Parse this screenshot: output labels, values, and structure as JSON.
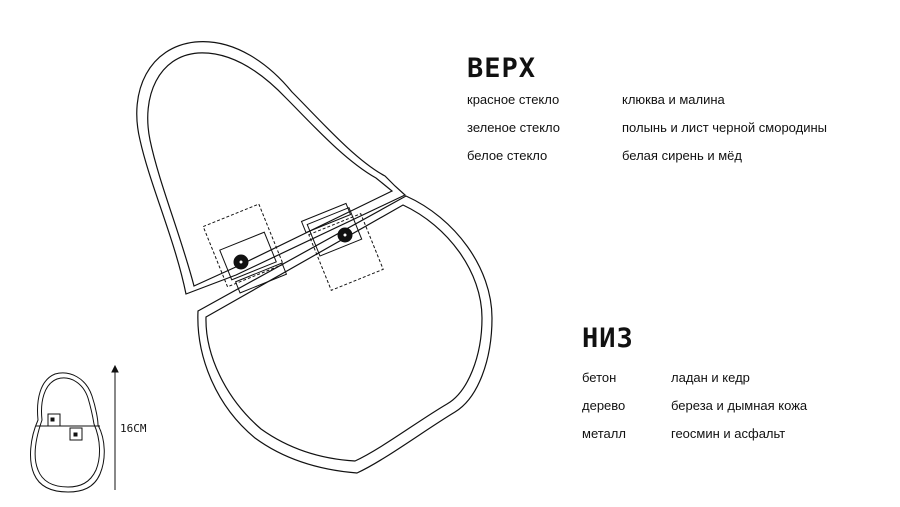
{
  "top": {
    "title": "ВЕРХ",
    "rows": [
      {
        "material": "красное стекло",
        "scent": "клюква и малина"
      },
      {
        "material": "зеленое стекло",
        "scent": "полынь и лист черной смородины"
      },
      {
        "material": "белое стекло",
        "scent": "белая сирень и мёд"
      }
    ]
  },
  "bottom": {
    "title": "НИЗ",
    "rows": [
      {
        "material": "бетон",
        "scent": "ладан и кедр"
      },
      {
        "material": "дерево",
        "scent": "береза и дымная кожа"
      },
      {
        "material": "металл",
        "scent": "геосмин и асфальт"
      }
    ]
  },
  "dimension": {
    "label": "16СМ"
  },
  "colors": {
    "line": "#111111",
    "background": "#ffffff"
  }
}
